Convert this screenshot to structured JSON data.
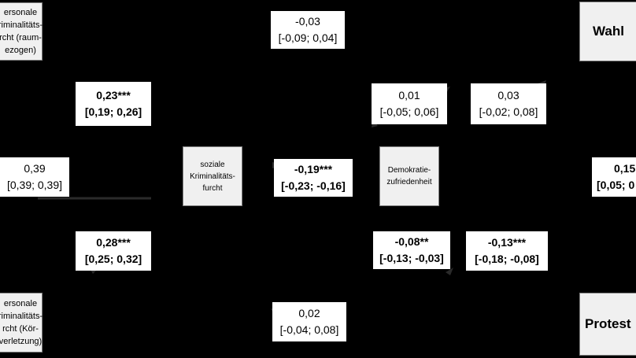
{
  "nodes": {
    "personal_raum": "ersonale\nriminalitäts-\nrcht (raum-\nezogen)",
    "personal_koerper": "ersonale\nriminalitäts-\nrcht (Kör-\nverletzung)",
    "soziale": "soziale\nKriminalitäts-\nfurcht",
    "demokratie": "Demokratie-\nzufriedenheit",
    "wahl": "Wahl",
    "protest": "Protest"
  },
  "paths": {
    "top_center": {
      "coef": "-0,03",
      "ci": "[-0,09; 0,04]"
    },
    "raum_soziale": {
      "coef": "0,23***",
      "ci": "[0,19; 0,26]"
    },
    "demo_upper": {
      "coef": "0,01",
      "ci": "[-0,05; 0,06]"
    },
    "demo_wahl": {
      "coef": "0,03",
      "ci": "[-0,02; 0,08]"
    },
    "corr_left": {
      "coef": "0,39",
      "ci": "[0,39; 0,39]"
    },
    "soziale_demo": {
      "coef": "-0,19***",
      "ci": "[-0,23; -0,16]"
    },
    "right_corr": {
      "coef": "0,15",
      "ci": "[0,05; 0"
    },
    "koerper_soziale": {
      "coef": "0,28***",
      "ci": "[0,25; 0,32]"
    },
    "demo_lower": {
      "coef": "-0,08**",
      "ci": "[-0,13; -0,03]"
    },
    "demo_protest": {
      "coef": "-0,13***",
      "ci": "[-0,18; -0,08]"
    },
    "bottom_center": {
      "coef": "0,02",
      "ci": "[-0,04; 0,08]"
    }
  }
}
